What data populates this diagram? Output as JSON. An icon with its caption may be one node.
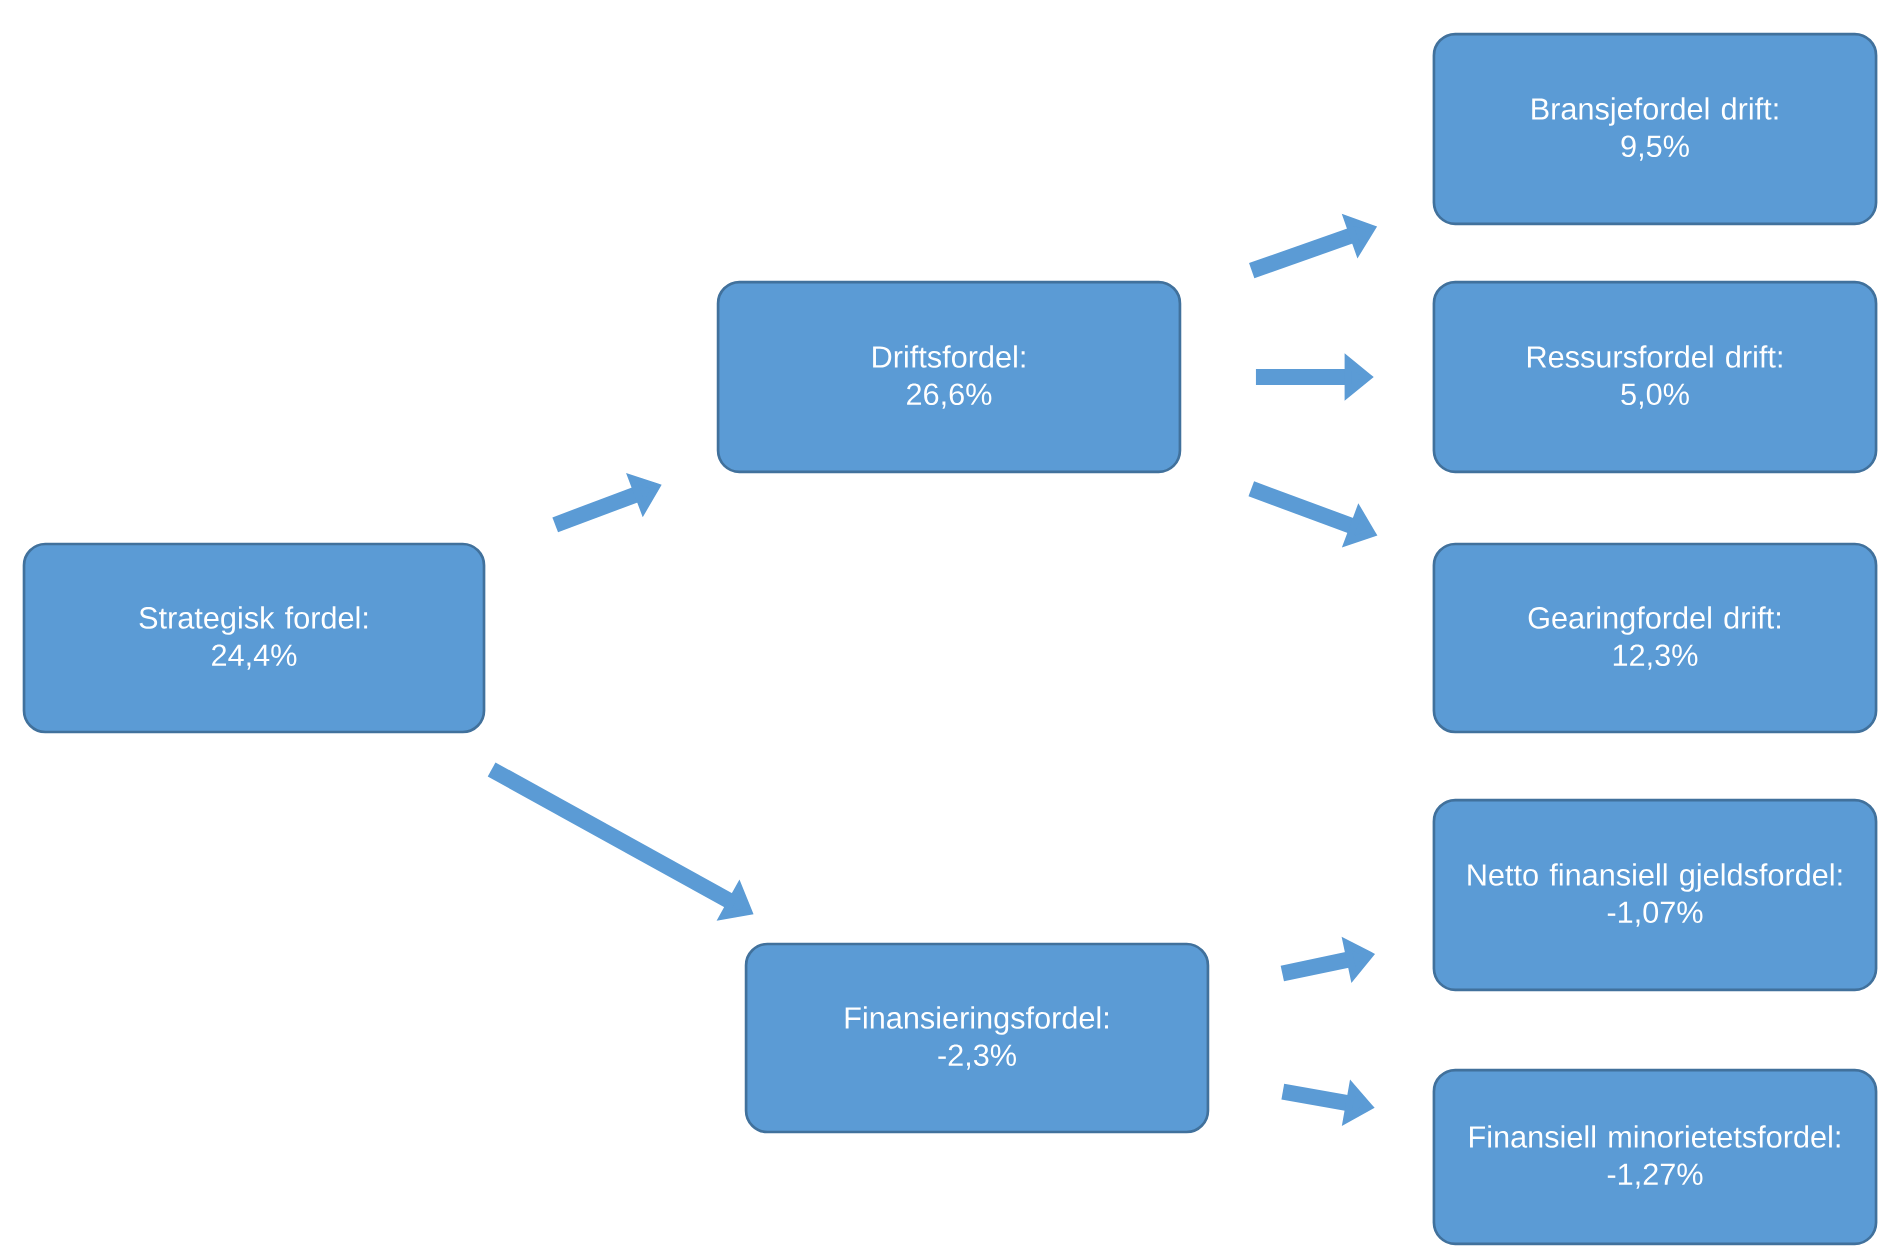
{
  "diagram": {
    "nodes": [
      {
        "text": [
          "Strategisk fordel:",
          "24,4%"
        ]
      },
      {
        "text": [
          "Driftsfordel:",
          "26,6%"
        ]
      },
      {
        "text": [
          "Finansieringsfordel:",
          "-2,3%"
        ]
      },
      {
        "text": [
          "Bransjefordel drift:",
          "9,5%"
        ]
      },
      {
        "text": [
          "Ressursfordel drift:",
          "5,0%"
        ]
      },
      {
        "text": [
          "Gearingfordel drift:",
          "12,3%"
        ]
      },
      {
        "text": [
          "Netto finansiell gjeldsfordel:",
          "-1,07%"
        ]
      },
      {
        "text": [
          "Finansiell minorietetsfordel:",
          "-1,27%"
        ]
      }
    ],
    "edges": [
      {
        "from": 0,
        "to": 1,
        "arrow": "to"
      },
      {
        "from": 0,
        "to": 2,
        "arrow": "to"
      },
      {
        "from": 1,
        "to": 3,
        "arrow": "to"
      },
      {
        "from": 1,
        "to": 4,
        "arrow": "to"
      },
      {
        "from": 1,
        "to": 5,
        "arrow": "to"
      },
      {
        "from": 2,
        "to": 6,
        "arrow": "to"
      },
      {
        "from": 2,
        "to": 7,
        "arrow": "to"
      }
    ]
  }
}
